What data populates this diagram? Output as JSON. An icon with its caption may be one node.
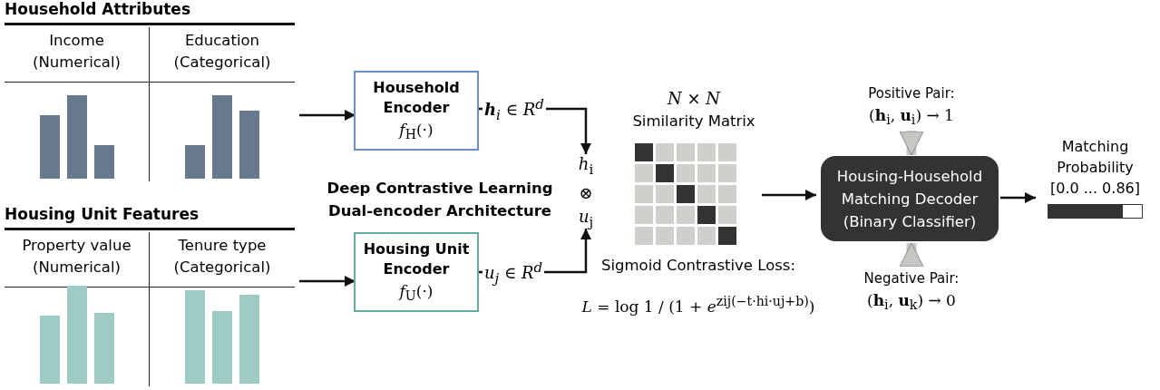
{
  "diagram": {
    "nodes": [
      {
        "text": [
          "Household Attributes"
        ]
      },
      {
        "text": [
          "Income (Numerical)"
        ],
        "in": 0
      },
      {
        "text": [
          "Education (Categorical)"
        ],
        "in": 0
      },
      {
        "text": [
          "Housing Unit Features"
        ]
      },
      {
        "text": [
          "Property value (Numerical)"
        ],
        "in": 3
      },
      {
        "text": [
          "Tenure type (Categorical)"
        ],
        "in": 3
      },
      {
        "text": [
          "Household Encoder",
          "*f*$_{H}$(·)"
        ]
      },
      {
        "text": [
          "Housing Unit Encoder",
          "*f*$_{U}$(·)"
        ]
      },
      {
        "text": [
          "*h*$_{i}$ ⊗ *u*$_{j}$"
        ]
      },
      {
        "text": [
          "*N* × *N*",
          "Similarity Matrix"
        ]
      },
      {
        "text": [
          "Housing-Household Matching Decoder (Binary Classifier)"
        ]
      },
      {
        "text": [
          "Positive Pair:",
          "(**h**$_{i}$, **u**$_{i}$) → 1"
        ]
      },
      {
        "text": [
          "Negative Pair:",
          "(**h**$_{i}$, **u**$_{k}$) → 0"
        ]
      },
      {
        "text": [
          "Matching Probability",
          "[0.0 ... 0.86]"
        ]
      }
    ],
    "edges": [
      {
        "from": 0,
        "to": 6,
        "arrow": "to"
      },
      {
        "from": 3,
        "to": 7,
        "arrow": "to"
      },
      {
        "from": 6,
        "to": 8,
        "arrow": "to",
        "label": "**h**$_{i}$ ∈ *R*$^{d}$"
      },
      {
        "from": 7,
        "to": 8,
        "arrow": "to",
        "label": "*u*$_{j}$ ∈ *R*$^{d}$"
      },
      {
        "from": 9,
        "to": 10,
        "arrow": "to"
      },
      {
        "from": 11,
        "to": 10,
        "arrow": "to",
        "style": "thick",
        "color": "#c8c6c2"
      },
      {
        "from": 12,
        "to": 10,
        "arrow": "to",
        "style": "thick",
        "color": "#c8c6c2"
      },
      {
        "from": 10,
        "to": 13,
        "arrow": "to"
      }
    ],
    "labels": [
      "Deep Contrastive Learning Dual-encoder Architecture",
      "Sigmoid Contrastive Loss:",
      "*L* = log 1 / (1 + *e*$^{zij(−t·hi·uj+b)}$)"
    ]
  }
}
